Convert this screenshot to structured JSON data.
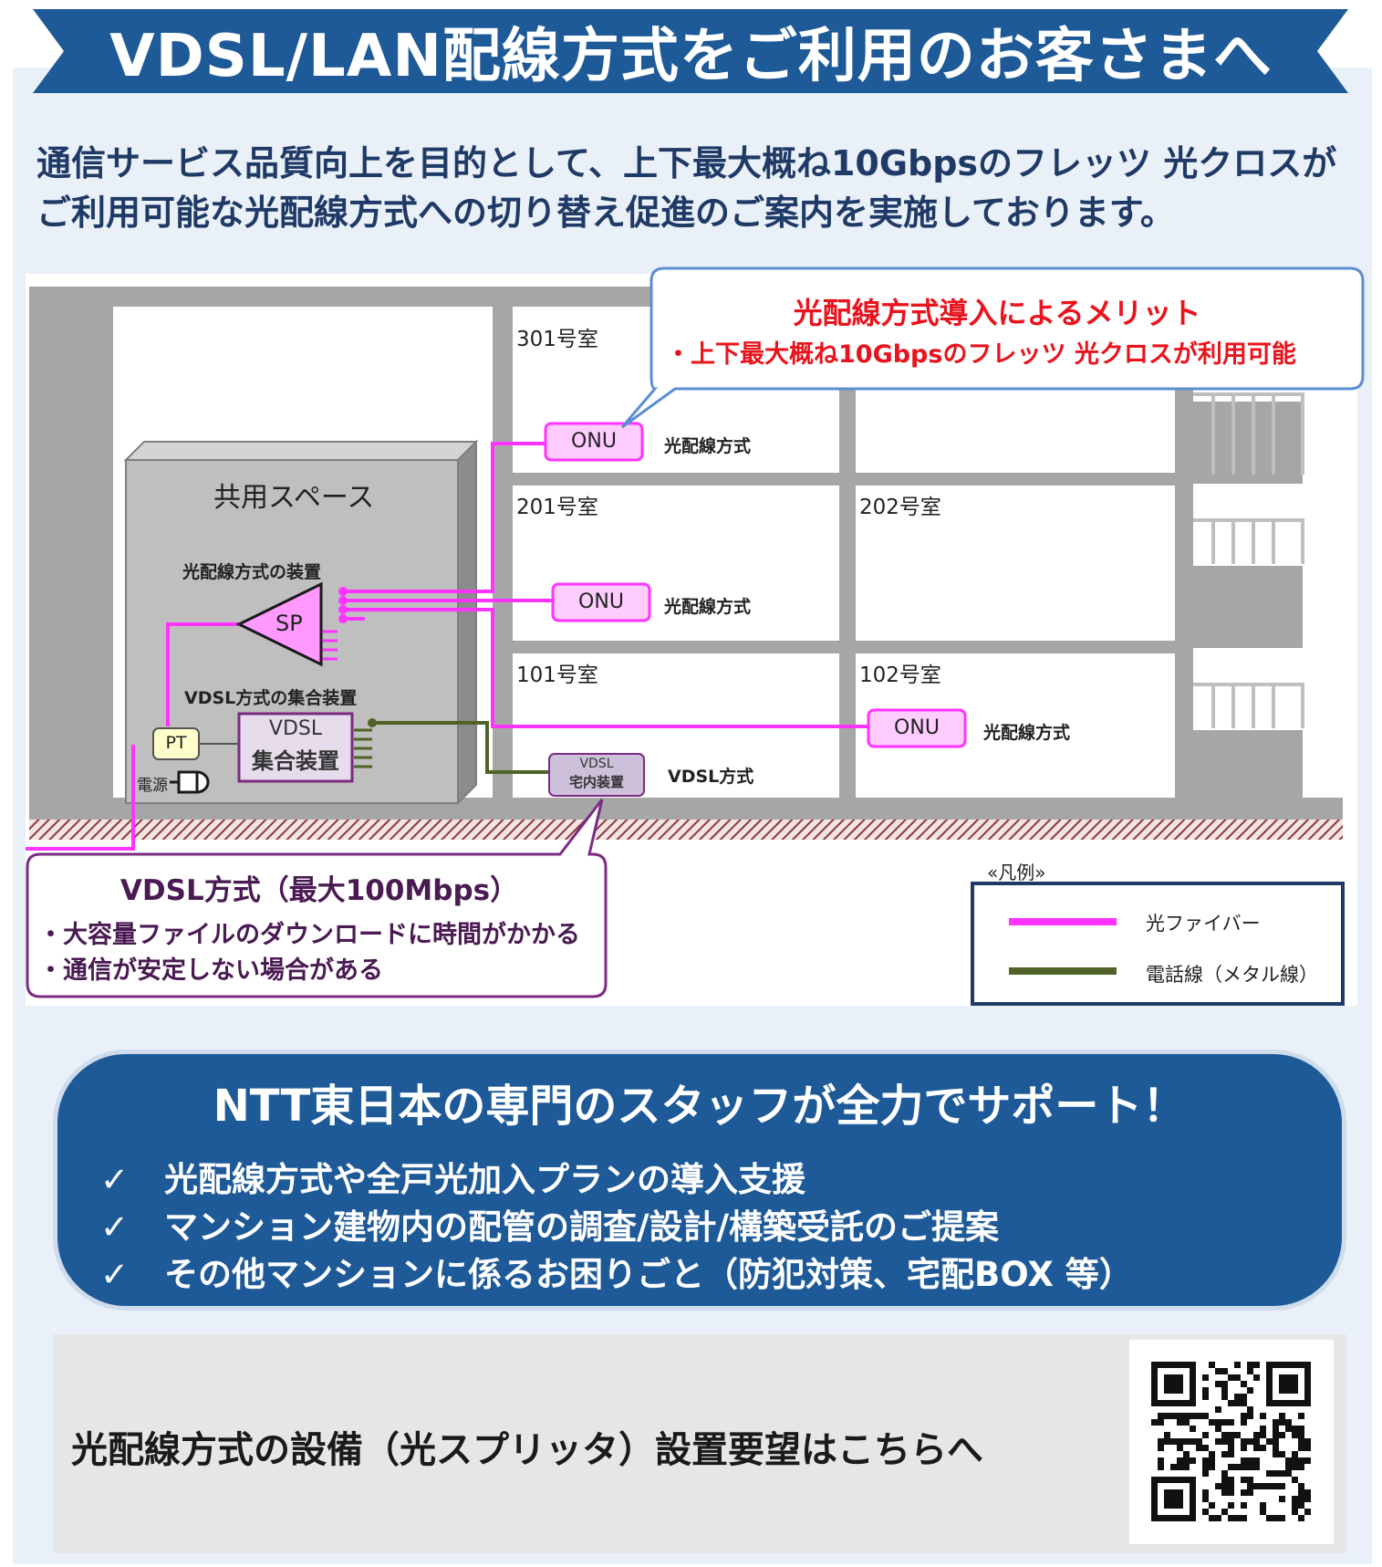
{
  "banner": {
    "title": "VDSL/LAN配線方式をご利用のお客さまへ"
  },
  "intro": {
    "line1": "通信サービス品質向上を目的として、上下最大概ね10Gbpsのフレッツ 光クロスが",
    "line2": "ご利用可能な光配線方式への切り替え促進のご案内を実施しております。"
  },
  "diagram": {
    "shared_space": "共用スペース",
    "optical_device_label": "光配線方式の装置",
    "splitter": "SP",
    "vdsl_device_label": "VDSL方式の集合装置",
    "vdsl_unit_line1": "VDSL",
    "vdsl_unit_line2": "集合装置",
    "pt": "PT",
    "power": "電源",
    "rooms": {
      "r301": "301号室",
      "r201": "201号室",
      "r202": "202号室",
      "r101": "101号室",
      "r102": "102号室"
    },
    "onu": "ONU",
    "optical_method": "光配線方式",
    "vdsl_modem_line1": "VDSL",
    "vdsl_modem_line2": "宅内装置",
    "vdsl_method": "VDSL方式"
  },
  "merit_callout": {
    "title": "光配線方式導入によるメリット",
    "line": "・上下最大概ね10Gbpsのフレッツ 光クロスが利用可能"
  },
  "vdsl_callout": {
    "title": "VDSL方式（最大100Mbps）",
    "line1": "・大容量ファイルのダウンロードに時間がかかる",
    "line2": "・通信が安定しない場合がある"
  },
  "legend": {
    "title": "«凡例»",
    "fiber": "光ファイバー",
    "phone": "電話線（メタル線）",
    "fiber_color": "#ff33ff",
    "phone_color": "#4f6228"
  },
  "support": {
    "title": "NTT東日本の専門のスタッフが全力でサポート！",
    "check": "✓",
    "items": [
      "光配線方式や全戸光加入プランの導入支援",
      "マンション建物内の配管の調査/設計/構築受託のご提案",
      "その他マンションに係るお困りごと（防犯対策、宅配BOX 等）"
    ]
  },
  "footer": {
    "text": "光配線方式の設備（光スプリッタ）設置要望はこちらへ"
  },
  "colors": {
    "banner": "#1e5a98",
    "support": "#1e5a98",
    "merit_red": "#e8141e",
    "vdsl_purple": "#7b2b82"
  }
}
